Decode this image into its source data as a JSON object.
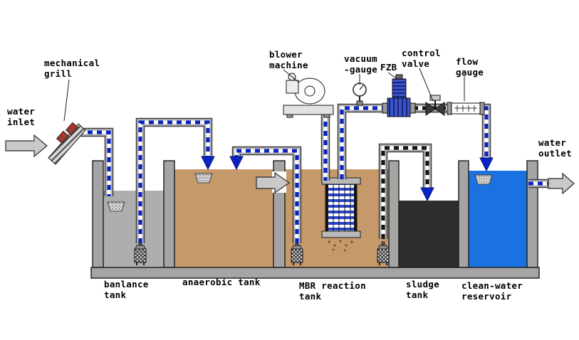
{
  "diagram": {
    "labels": {
      "water_inlet": "water\ninlet",
      "mechanical_grill": "mechanical\ngrill",
      "blower_machine": "blower\nmachine",
      "vacuum_gauge": "vacuum\n-gauge",
      "fzb": "FZB",
      "control_valve": "control\nvalve",
      "flow_gauge": "flow\ngauge",
      "water_outlet": "water\noutlet",
      "balance_tank": "banlance\ntank",
      "anaerobic_tank": "anaerobic tank",
      "mbr_tank": "MBR reaction\ntank",
      "sludge_tank": "sludge\ntank",
      "clean_water_reservoir": "clean-water\nreservoir"
    },
    "colors": {
      "wall": "#a5a5a5",
      "balance_water": "#aeaeae",
      "anaerobic_water": "#c6996a",
      "sludge": "#2d2d2d",
      "clean_water": "#1a72e0",
      "pipe_blue": "#0a23c4",
      "arrow_blue": "#0a23c4"
    }
  }
}
